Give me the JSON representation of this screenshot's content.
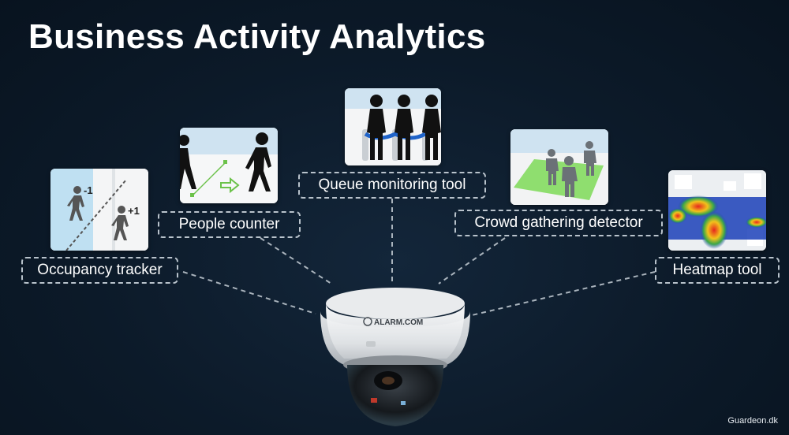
{
  "title": "Business Activity Analytics",
  "features": [
    {
      "label": "Occupancy tracker",
      "icon": "occupancy-tracker-icon",
      "badges": [
        "-1",
        "+1"
      ]
    },
    {
      "label": "People counter",
      "icon": "people-counter-icon"
    },
    {
      "label": "Queue monitoring tool",
      "icon": "queue-monitoring-icon"
    },
    {
      "label": "Crowd gathering detector",
      "icon": "crowd-gathering-icon"
    },
    {
      "label": "Heatmap tool",
      "icon": "heatmap-icon"
    }
  ],
  "camera": {
    "brand": "ALARM.COM",
    "icon": "dome-camera-icon"
  },
  "watermark": "Guardeon.dk",
  "colors": {
    "background": "#0c1a29",
    "accent_green": "#7ed957",
    "accent_blue": "#1f63c9",
    "border": "#b9c3cc"
  }
}
